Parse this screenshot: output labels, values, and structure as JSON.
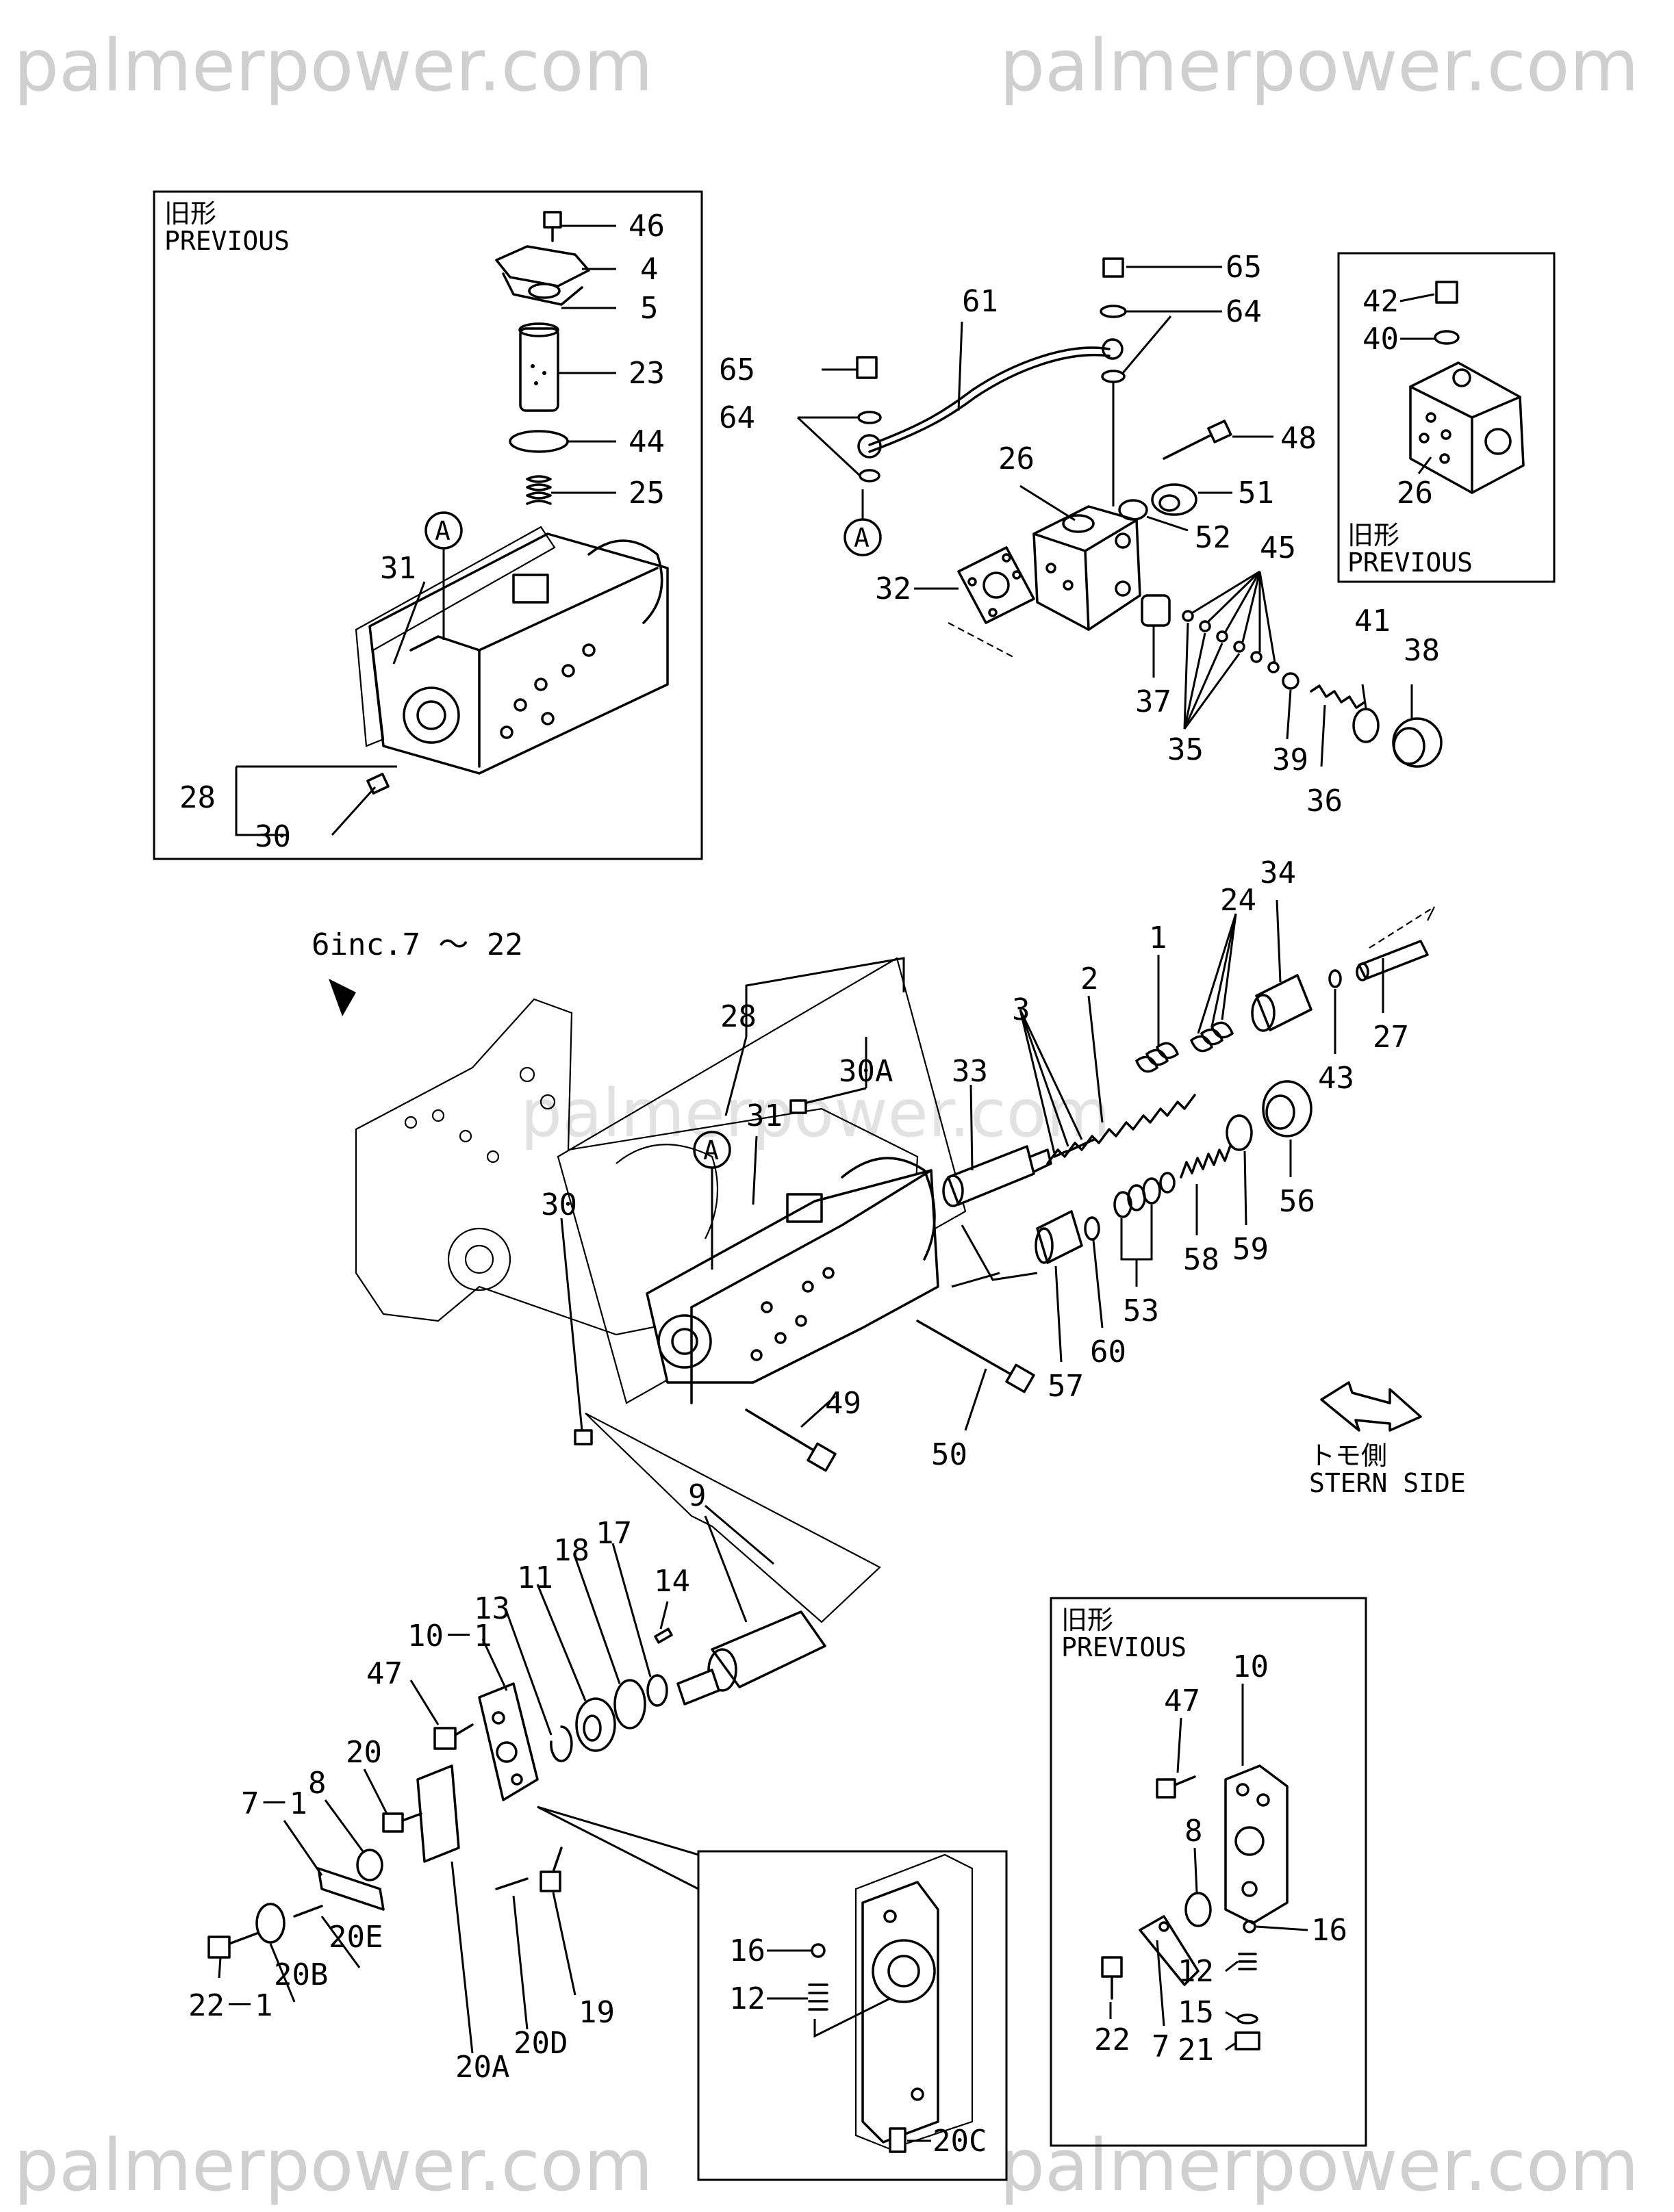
{
  "watermark": "palmerpower.com",
  "panels": {
    "top_left_caption": [
      "旧形",
      "PREVIOUS"
    ],
    "top_right_caption": [
      "旧形",
      "PREVIOUS"
    ],
    "bottom_right_caption": [
      "旧形",
      "PREVIOUS"
    ]
  },
  "main_note": "6inc.7 ～ 22",
  "orientation_label": [
    "トモ側",
    "STERN SIDE"
  ],
  "callout_marker": "A",
  "labels": {
    "tl_46": "46",
    "tl_4": "4",
    "tl_5": "5",
    "tl_23": "23",
    "tl_44": "44",
    "tl_25": "25",
    "tl_31": "31",
    "tl_28": "28",
    "tl_30": "30",
    "u_65a": "65",
    "u_64a": "64",
    "u_61": "61",
    "u_65b": "65",
    "u_64b": "64",
    "u_48": "48",
    "u_26": "26",
    "u_51": "51",
    "u_52": "52",
    "u_45": "45",
    "u_32": "32",
    "u_37": "37",
    "u_35": "35",
    "u_39": "39",
    "u_36": "36",
    "u_41": "41",
    "u_38": "38",
    "tr_42": "42",
    "tr_40": "40",
    "tr_26": "26",
    "m_28": "28",
    "m_30A": "30A",
    "m_31": "31",
    "m_30": "30",
    "m_33": "33",
    "m_3": "3",
    "m_2": "2",
    "m_1": "1",
    "m_24": "24",
    "m_34": "34",
    "m_27": "27",
    "m_43": "43",
    "m_56": "56",
    "m_59": "59",
    "m_58": "58",
    "m_53": "53",
    "m_60": "60",
    "m_57": "57",
    "m_49": "49",
    "m_50": "50",
    "m_9": "9",
    "b_17": "17",
    "b_14": "14",
    "b_18": "18",
    "b_11": "11",
    "b_13": "13",
    "b_10_1": "10－1",
    "b_47": "47",
    "b_20": "20",
    "b_8": "8",
    "b_7_1": "7－1",
    "b_22_1": "22－1",
    "b_20B": "20B",
    "b_20E": "20E",
    "b_20A": "20A",
    "b_20D": "20D",
    "b_19": "19",
    "d_16": "16",
    "d_12": "12",
    "d_20C": "20C",
    "br_10": "10",
    "br_47": "47",
    "br_8": "8",
    "br_16": "16",
    "br_12": "12",
    "br_15": "15",
    "br_21": "21",
    "br_22": "22",
    "br_7": "7"
  }
}
